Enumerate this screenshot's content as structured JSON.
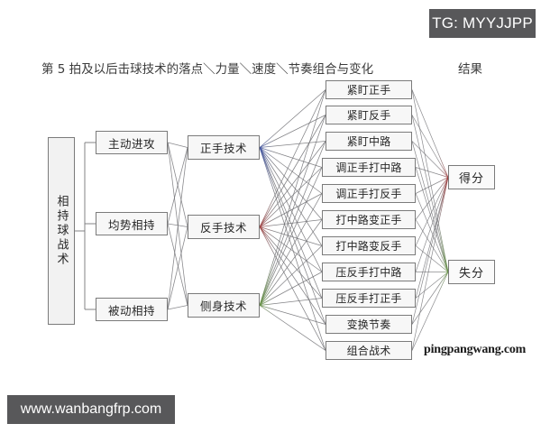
{
  "watermarks": {
    "tg_badge": "TG: MYYJJPP",
    "bottom_badge": "www.wanbangfrp.com",
    "site": "pingpangwang.com"
  },
  "headers": {
    "main_title": "第 5 拍及以后击球技术的落点＼力量＼速度＼节奏组合与变化",
    "result_title": "结果"
  },
  "diagram": {
    "root": {
      "label": "相持球战术"
    },
    "stage1": [
      {
        "label": "主动进攻"
      },
      {
        "label": "均势相持"
      },
      {
        "label": "被动相持"
      }
    ],
    "stage2": [
      {
        "label": "正手技术",
        "color": "#3b4fa0"
      },
      {
        "label": "反手技术",
        "color": "#a03b3b"
      },
      {
        "label": "侧身技术",
        "color": "#5f8f3b"
      }
    ],
    "tactics": [
      {
        "label": "紧盯正手"
      },
      {
        "label": "紧盯反手"
      },
      {
        "label": "紧盯中路"
      },
      {
        "label": "调正手打中路"
      },
      {
        "label": "调正手打反手"
      },
      {
        "label": "打中路变正手"
      },
      {
        "label": "打中路变反手"
      },
      {
        "label": "压反手打中路"
      },
      {
        "label": "压反手打正手"
      },
      {
        "label": "变换节奏"
      },
      {
        "label": "组合战术"
      }
    ],
    "results": [
      {
        "label": "得分",
        "color": "#a03b3b"
      },
      {
        "label": "失分",
        "color": "#5f8f3b"
      }
    ]
  },
  "style_colors": {
    "box_border": "#7b7b7b",
    "box_fill": "#f7f7f7",
    "edge_gray": "#6e6e72",
    "badge_bg": "#58585a"
  }
}
